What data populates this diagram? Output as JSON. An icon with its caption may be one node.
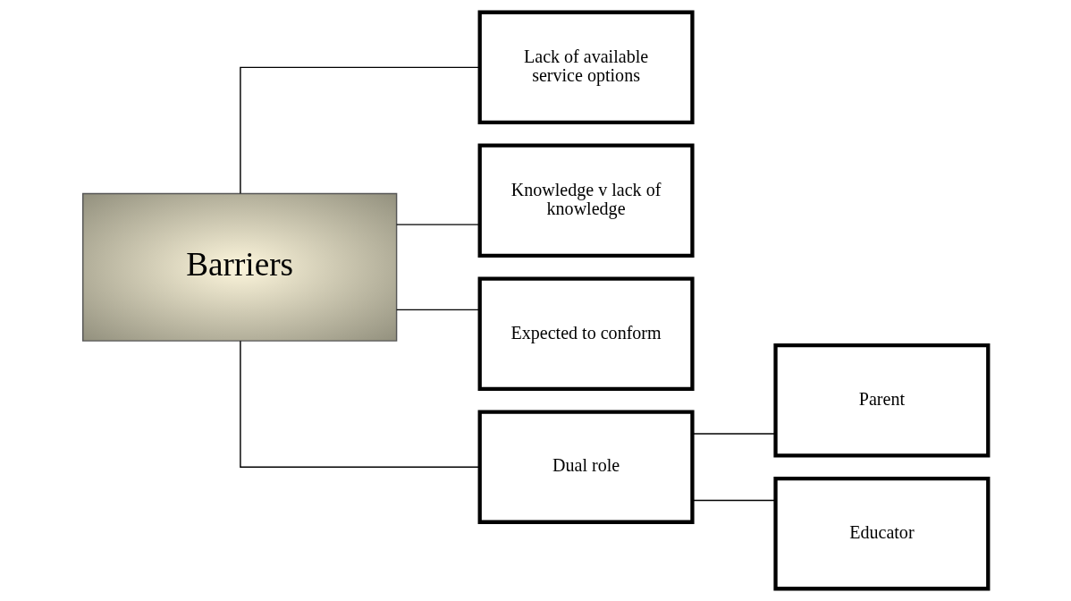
{
  "diagram": {
    "nodes": [
      {
        "text": [
          "Barriers"
        ]
      },
      {
        "text": [
          "Lack of available service options"
        ]
      },
      {
        "text": [
          "Knowledge v lack of knowledge"
        ]
      },
      {
        "text": [
          "Expected to conform"
        ]
      },
      {
        "text": [
          "Dual role"
        ]
      },
      {
        "text": [
          "Parent"
        ]
      },
      {
        "text": [
          "Educator"
        ]
      }
    ],
    "edges": [
      {
        "from": 0,
        "to": 1,
        "arrow": "none"
      },
      {
        "from": 0,
        "to": 2,
        "arrow": "none"
      },
      {
        "from": 0,
        "to": 3,
        "arrow": "none"
      },
      {
        "from": 0,
        "to": 4,
        "arrow": "none"
      },
      {
        "from": 4,
        "to": 5,
        "arrow": "none"
      },
      {
        "from": 4,
        "to": 6,
        "arrow": "none"
      }
    ]
  }
}
